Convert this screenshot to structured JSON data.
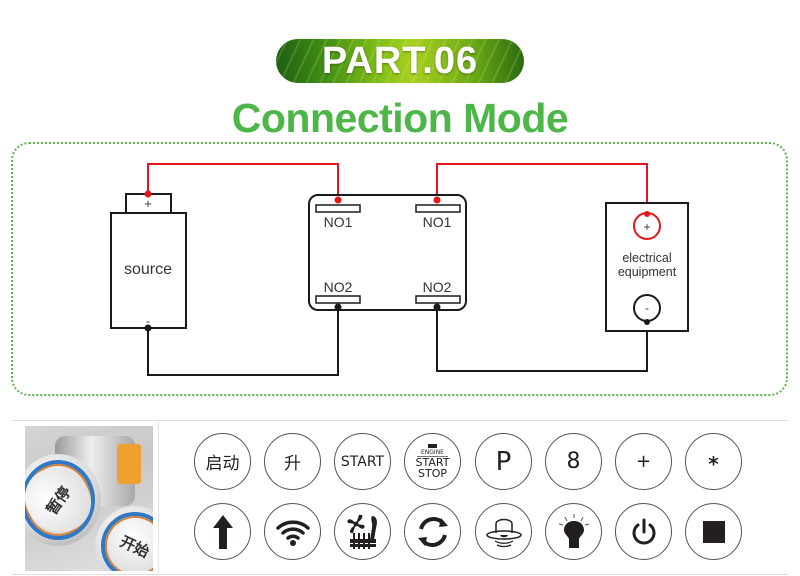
{
  "header": {
    "part_label": "PART.06",
    "title": "Connection Mode"
  },
  "colors": {
    "title_green": "#4cb748",
    "frame_green": "#5fb44a",
    "positive_wire": "#e8141b",
    "negative_wire": "#1a1a1a"
  },
  "diagram": {
    "source": {
      "label": "source",
      "positive": "+",
      "negative": "-"
    },
    "switch": {
      "left_top_terminal": "NO1",
      "right_top_terminal": "NO1",
      "left_bottom_terminal": "NO2",
      "right_bottom_terminal": "NO2"
    },
    "equipment": {
      "label_line1": "electrical",
      "label_line2": "equipment",
      "positive": "+",
      "negative": "-"
    }
  },
  "product": {
    "photo_caption_cap1": "暂停",
    "photo_caption_cap2": "开始"
  },
  "symbols": {
    "row1": [
      {
        "name": "symbol-qidong",
        "text": "启动"
      },
      {
        "name": "symbol-sheng",
        "text": "升"
      },
      {
        "name": "symbol-start",
        "text": "START"
      },
      {
        "name": "symbol-engine-start-stop",
        "top": "ENGINE",
        "mid": "START",
        "bottom": "STOP"
      },
      {
        "name": "symbol-p",
        "text": "P"
      },
      {
        "name": "symbol-8",
        "text": "8"
      },
      {
        "name": "symbol-plus",
        "text": "+"
      },
      {
        "name": "symbol-asterisk",
        "text": "*"
      }
    ],
    "row2": [
      {
        "name": "symbol-arrow-up",
        "icon": "arrow-up-icon"
      },
      {
        "name": "symbol-wifi",
        "icon": "wifi-icon"
      },
      {
        "name": "symbol-seat-fan",
        "icon": "seat-ventilation-icon"
      },
      {
        "name": "symbol-refresh",
        "icon": "refresh-icon"
      },
      {
        "name": "symbol-bell",
        "icon": "bell-icon"
      },
      {
        "name": "symbol-bulb",
        "icon": "light-bulb-icon"
      },
      {
        "name": "symbol-power",
        "icon": "power-icon"
      },
      {
        "name": "symbol-stop",
        "icon": "stop-square-icon"
      }
    ]
  }
}
